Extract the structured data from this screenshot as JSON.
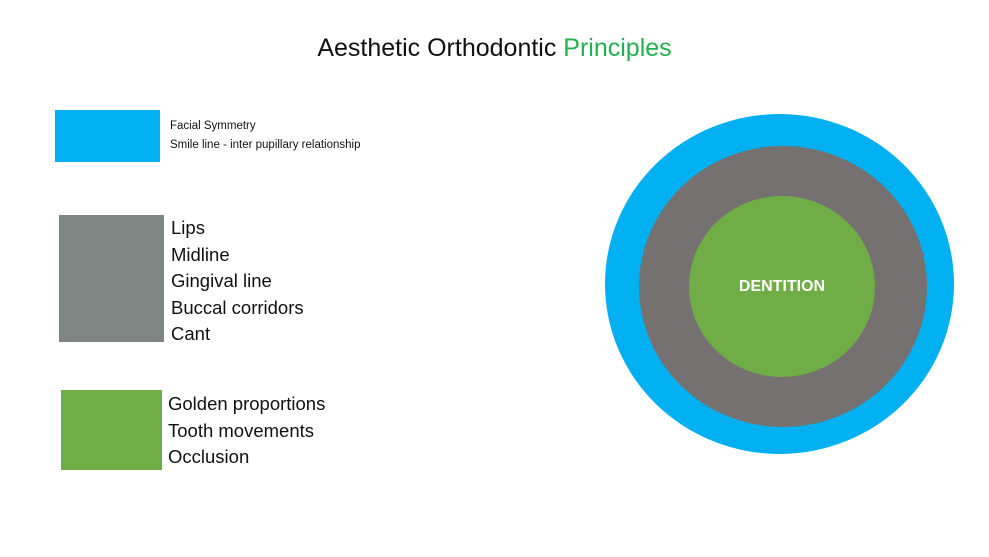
{
  "title": {
    "main": "Aesthetic Orthodontic ",
    "accent": "Principles",
    "accent_color": "#22b14c"
  },
  "legend": [
    {
      "color": "#00b0f0",
      "items": [
        "Facial Symmetry",
        "Smile line - inter pupillary  relationship"
      ]
    },
    {
      "color": "#7f8583",
      "items": [
        "Lips",
        "Midline",
        "Gingival line",
        "Buccal corridors",
        "Cant"
      ]
    },
    {
      "color": "#70ad47",
      "items": [
        "Golden proportions",
        "Tooth movements",
        "Occlusion"
      ]
    }
  ],
  "diagram": {
    "outer_color": "#00b0f0",
    "middle_color": "#767171",
    "inner_color": "#70ad47",
    "center_label": "DENTITION"
  }
}
